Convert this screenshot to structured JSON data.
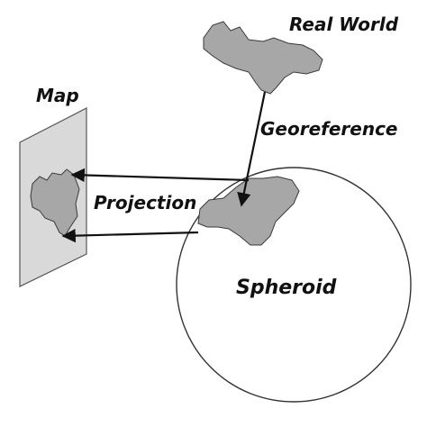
{
  "labels": {
    "real_world": "Real World",
    "map": "Map",
    "georeference": "Georeference",
    "projection": "Projection",
    "spheroid": "Spheroid"
  },
  "colors": {
    "land_fill": "#a7a7a7",
    "land_stroke": "#3a3a3a",
    "map_sheet_fill": "#d9d9d9",
    "map_sheet_stroke": "#555555",
    "arrow": "#111111",
    "spheroid_stroke": "#333333"
  }
}
